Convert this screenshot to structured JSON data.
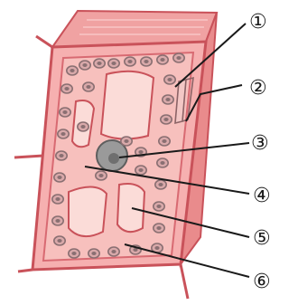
{
  "diagram": {
    "labels": [
      {
        "id": "1",
        "text": "①"
      },
      {
        "id": "2",
        "text": "②"
      },
      {
        "id": "3",
        "text": "③"
      },
      {
        "id": "4",
        "text": "④"
      },
      {
        "id": "5",
        "text": "⑤"
      },
      {
        "id": "6",
        "text": "⑥"
      }
    ]
  },
  "colors": {
    "cytoplasm": "#f7b9b6",
    "wall": "#f29a98",
    "wall_line": "#c9525a",
    "vacuole": "#fbdcd8",
    "chloroplast": "#8a6f72",
    "nucleus": "#9a9a9a",
    "leader": "#1a1a1a"
  }
}
